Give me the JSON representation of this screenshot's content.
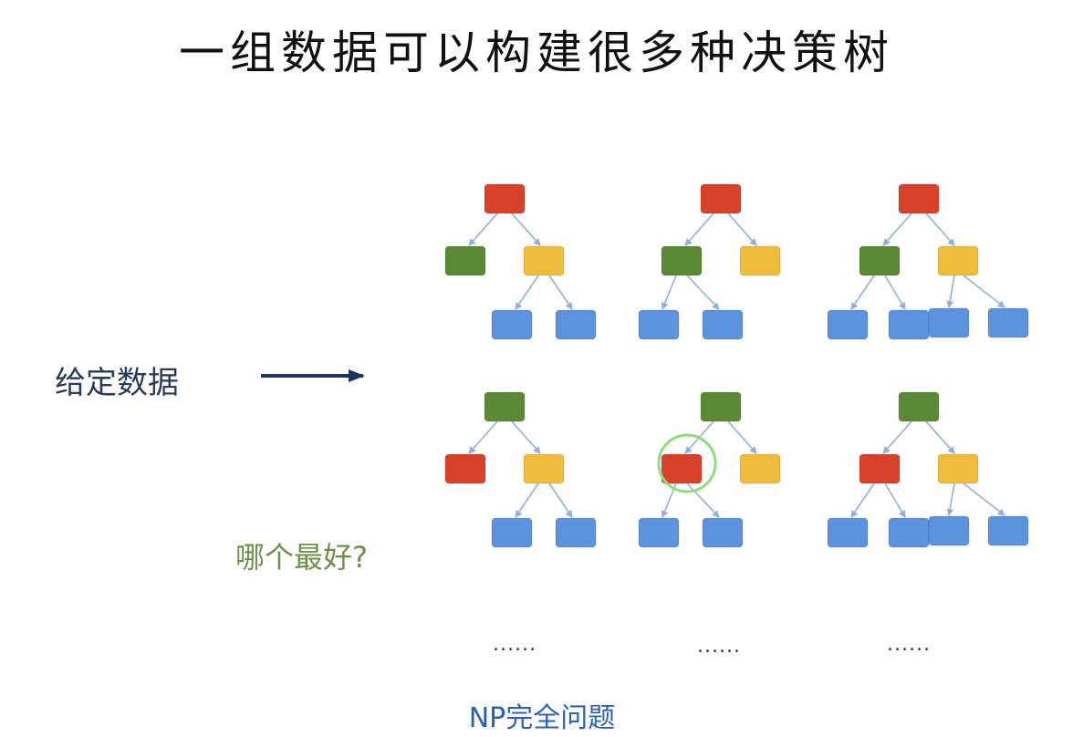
{
  "title": "一组数据可以构建很多种决策树",
  "given_data_label": "给定数据",
  "question_label": "哪个最好?",
  "np_label": "NP完全问题",
  "ellipsis": [
    "......",
    "......",
    "......"
  ],
  "colors": {
    "red": "#d8422a",
    "green": "#5a8a35",
    "yellow": "#f0bc3c",
    "blue": "#5b93dc",
    "edge": "#8fb0de",
    "highlight": "#8fdc7a",
    "arrow": "#1f3560"
  },
  "trees": [
    {
      "row": 0,
      "col": 0,
      "root": "red",
      "left": "green",
      "right": "yellow",
      "children_of": "right",
      "highlight": false
    },
    {
      "row": 0,
      "col": 1,
      "root": "red",
      "left": "green",
      "right": "yellow",
      "children_of": "left",
      "highlight": false
    },
    {
      "row": 0,
      "col": 2,
      "root": "red",
      "left": "green",
      "right": "yellow",
      "children_of": "both",
      "highlight": false
    },
    {
      "row": 1,
      "col": 0,
      "root": "green",
      "left": "red",
      "right": "yellow",
      "children_of": "right",
      "highlight": false
    },
    {
      "row": 1,
      "col": 1,
      "root": "green",
      "left": "red",
      "right": "yellow",
      "children_of": "left",
      "highlight": true
    },
    {
      "row": 1,
      "col": 2,
      "root": "green",
      "left": "red",
      "right": "yellow",
      "children_of": "both",
      "highlight": false
    }
  ]
}
